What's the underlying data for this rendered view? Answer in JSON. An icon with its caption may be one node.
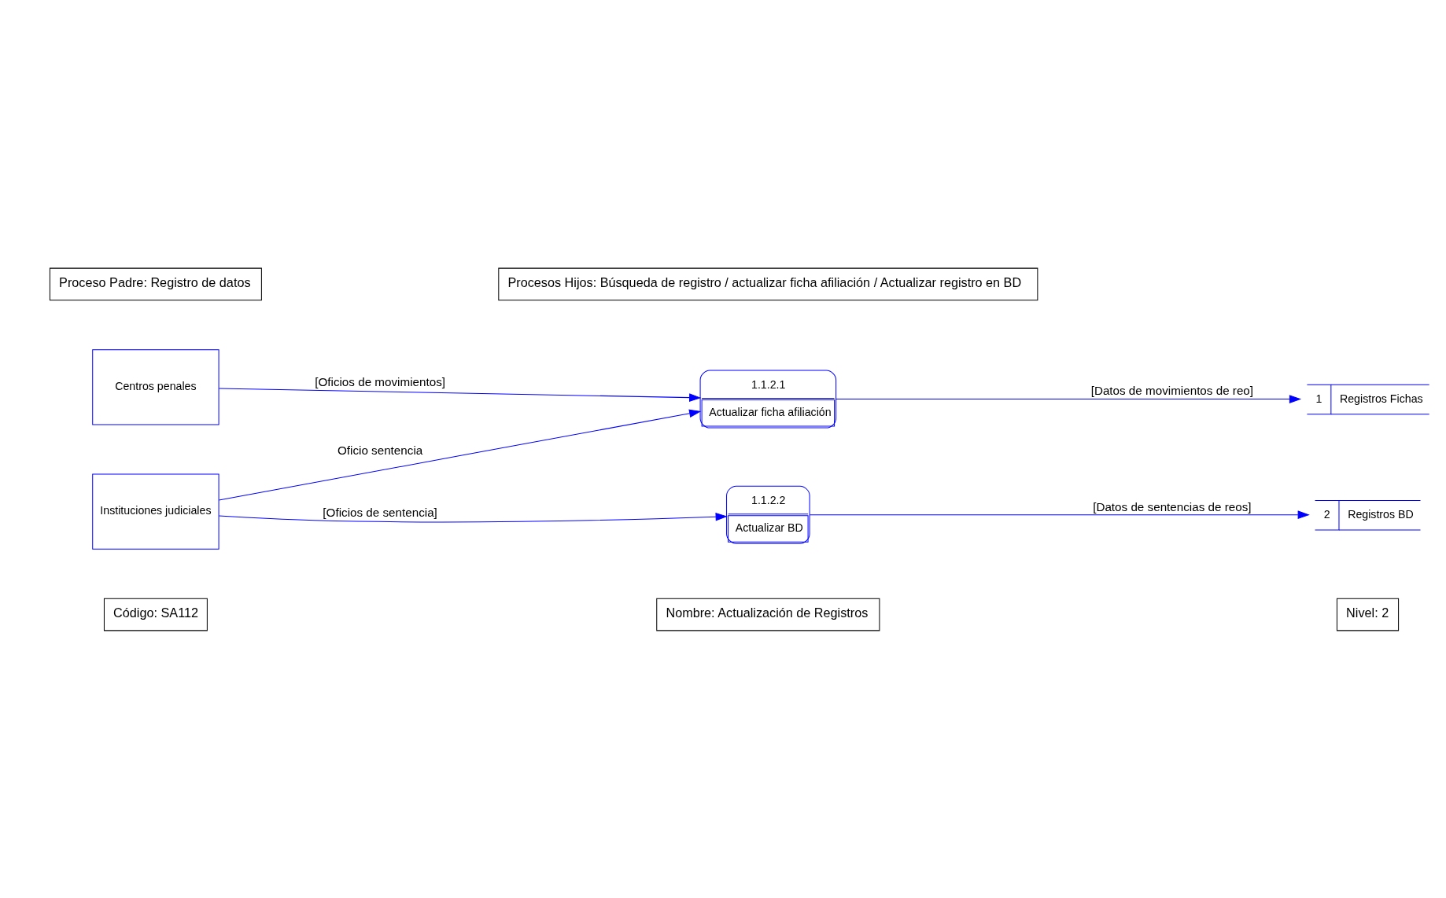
{
  "diagram": {
    "nodes": [
      {
        "text": [
          "Centros penales"
        ]
      },
      {
        "text": [
          "Instituciones judiciales"
        ]
      },
      {
        "text": [
          "1.1.2.1",
          "Actualizar ficha afiliación"
        ]
      },
      {
        "text": [
          "1.1.2.2",
          "Actualizar BD"
        ]
      },
      {
        "text": [
          "1",
          "Registros Fichas"
        ]
      },
      {
        "text": [
          "2",
          "Registros BD"
        ]
      }
    ],
    "edges": [
      {
        "from": 0,
        "to": 2,
        "arrow": "to",
        "label": "[Oficios de movimientos]"
      },
      {
        "from": 1,
        "to": 2,
        "arrow": "to",
        "label": "Oficio sentencia"
      },
      {
        "from": 1,
        "to": 3,
        "arrow": "to",
        "label": "[Oficios de sentencia]"
      },
      {
        "from": 2,
        "to": 4,
        "arrow": "to",
        "label": "[Datos de movimientos de reo]"
      },
      {
        "from": 3,
        "to": 5,
        "arrow": "to",
        "label": "[Datos de sentencias de reos]"
      }
    ],
    "labels": [
      "Código: SA112",
      "Nombre: Actualización de Registros",
      "Nivel: 2",
      "Proceso Padre: Registro de datos",
      "Procesos Hijos: Búsqueda de registro / actualizar ficha afiliación / Actualizar registro en BD"
    ]
  }
}
